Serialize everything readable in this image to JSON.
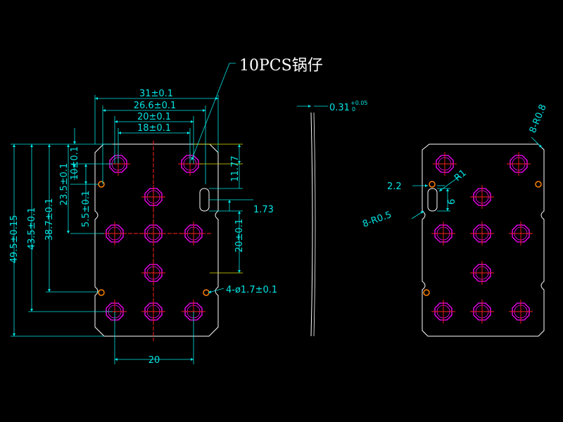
{
  "title_note": "10PCS锅仔",
  "colors": {
    "background": "#000000",
    "outline": "#ffffff",
    "dimension": "#00e5e5",
    "center_line": "#ff2020",
    "dome": "#ff00ff",
    "hole": "#ff8000",
    "extension": "#e0e000"
  },
  "front_view": {
    "dim_31": "31±0.1",
    "dim_26_6": "26.6±0.1",
    "dim_20_top": "20±0.1",
    "dim_18": "18±0.1",
    "dim_11_77": "11.77",
    "dim_1_73": "1.73",
    "dim_20_right": "20±0.1",
    "dim_holes": "4-ø1.7±0.1",
    "dim_20_bottom": "20",
    "dim_49_5": "49.5±0.15",
    "dim_43_5": "43.5±0.1",
    "dim_38_7": "38.7±0.1",
    "dim_23_5": "23.5±0.1",
    "dim_10": "10±0.1",
    "dim_5_5": "5.5±0.1"
  },
  "side_view": {
    "thickness_main": "0.31",
    "thickness_upper": "+0.05",
    "thickness_lower": "0"
  },
  "back_view": {
    "dim_corner": "8-R0.8",
    "dim_2_2": "2.2",
    "dim_r1": "R1",
    "dim_6": "6",
    "dim_notch": "8-R0.5"
  }
}
